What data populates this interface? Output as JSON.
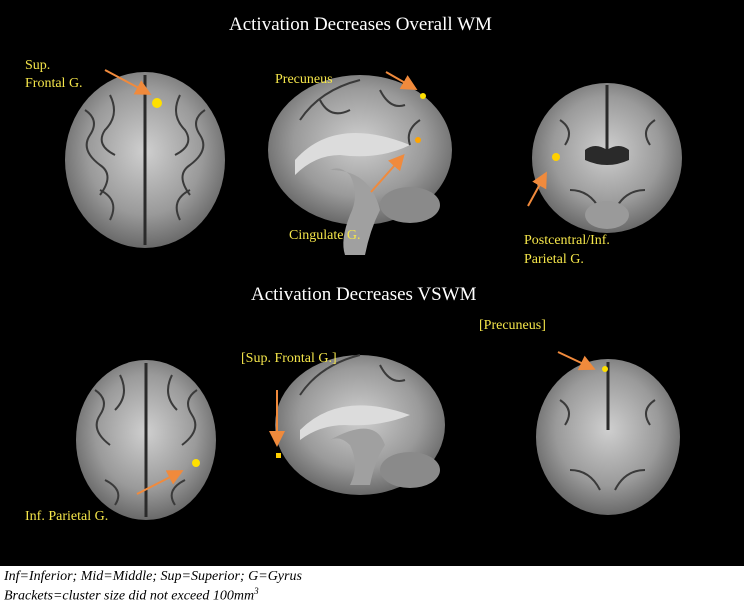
{
  "colors": {
    "background": "#000000",
    "title": "#ffffff",
    "label": "#f5e64a",
    "arrow": "#f08a3c",
    "activation": "#ffe000",
    "brain_gray": "#8c8c8c"
  },
  "sections": [
    {
      "title": "Activation Decreases Overall WM",
      "labels": {
        "axial_line1": "Sup.",
        "axial_line2": "Frontal G.",
        "sagittal_top": "Precuneus",
        "sagittal_bottom": "Cingulate G.",
        "coronal_line1": "Postcentral/Inf.",
        "coronal_line2": "Parietal G."
      }
    },
    {
      "title": "Activation Decreases VSWM",
      "labels": {
        "axial": "Inf. Parietal G.",
        "sagittal": "[Sup. Frontal G.]",
        "coronal": "[Precuneus]"
      }
    }
  ],
  "caption": {
    "line1": "Inf=Inferior; Mid=Middle; Sup=Superior; G=Gyrus",
    "line2_prefix": "Brackets=cluster size did not exceed 100mm",
    "line2_sup": "3"
  }
}
